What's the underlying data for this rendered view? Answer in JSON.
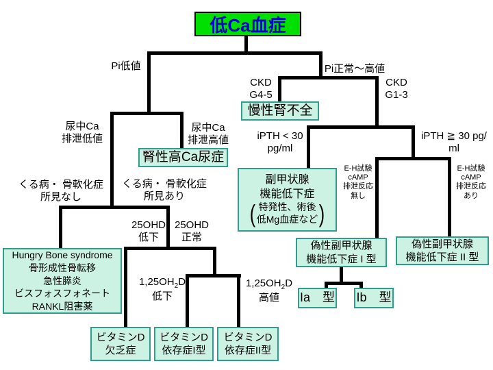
{
  "root": {
    "label": "低Ca血症"
  },
  "labels": {
    "pi_low": "Pi低値",
    "pi_normal_high": "Pi正常～高値",
    "ckd_g45": "CKD\nG4-5",
    "ckd_g13": "CKD\nG1-3",
    "urine_ca_low": "尿中Ca\n排泄低値",
    "urine_ca_high": "尿中Ca\n排泄高値",
    "ipth_low": "iPTH < 30\npg/ml",
    "ipth_high": "iPTH ≧ 30 pg/\nml",
    "eh_negative": "E-H試験\ncAMP\n排泄反応\n無し",
    "eh_positive": "E-H試験\ncAMP\n排泄反応\nあり",
    "rickets_absent": "くる病・ 骨軟化症\n所見なし",
    "rickets_present": "くる病・ 骨軟化症\n所見あり",
    "ohd25_low": "25OHD\n低下",
    "ohd25_normal": "25OHD\n正常",
    "ohd125_prefix": "1,25OH",
    "ohd125_sub": "2",
    "ohd125_low_suffix": "D\n低下",
    "ohd125_high_suffix": "D\n高値"
  },
  "nodes": {
    "chronic_renal_failure": "慢性腎不全",
    "renal_hypercalciuria": "腎性高Ca尿症",
    "hypoparathyroidism_main": "副甲状腺\n機能低下症",
    "hypoparathyroidism_detail": "特発性、術後\n低Mg血症など",
    "paren_open": "(",
    "paren_close": ")",
    "hungry_bone": "Hungry Bone syndrome\n骨形成性骨転移\n急性膵炎\nビスフォスフォネート\nRANKL阻害薬",
    "pseudohypopara_type1": "偽性副甲状腺\n機能低下症 I 型",
    "pseudohypopara_type2": "偽性副甲状腺\n機能低下症 II 型",
    "type_1a": "Ia　型",
    "type_1b": "Ib　型",
    "vitd_deficiency": "ビタミンD\n欠乏症",
    "vitd_dependency1": "ビタミンD\n依存症I型",
    "vitd_dependency2": "ビタミンD\n依存症II型"
  },
  "colors": {
    "root_fill": "#00e000",
    "root_text": "#0000cc",
    "node_fill": "#ccf2e4",
    "node_border": "#2f9e8e",
    "line": "#000000"
  }
}
